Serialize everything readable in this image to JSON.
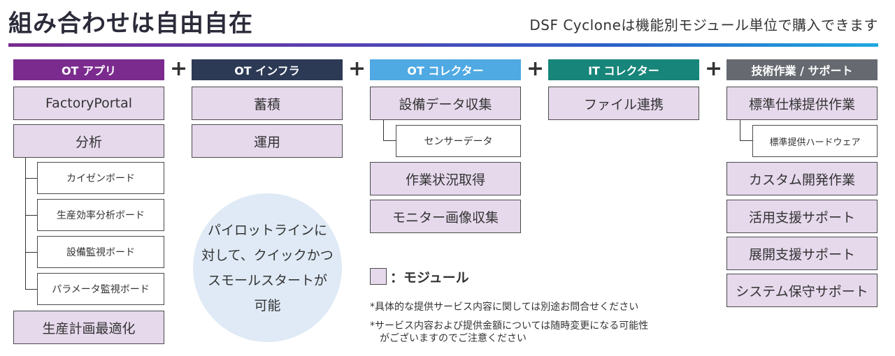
{
  "header": {
    "title": "組み合わせは自由自在",
    "subtitle": "DSF Cycloneは機能別モジュール単位で購入できます"
  },
  "colors": {
    "ot_app": "#7b2b8e",
    "ot_infra": "#2d3a56",
    "ot_collector": "#4fa9e3",
    "it_collector": "#17857a",
    "support": "#666a70",
    "module_fill": "#e6d9ec"
  },
  "plus_symbol": "+",
  "columns": [
    {
      "header": "OT アプリ",
      "items": [
        {
          "label": "FactoryPortal",
          "children": []
        },
        {
          "label": "分析",
          "children": [
            "カイゼンボード",
            "生産効率分析ボード",
            "設備監視ボード",
            "パラメータ監視ボード"
          ]
        },
        {
          "label": "生産計画最適化",
          "children": []
        }
      ]
    },
    {
      "header": "OT インフラ",
      "items": [
        {
          "label": "蓄積",
          "children": []
        },
        {
          "label": "運用",
          "children": []
        }
      ]
    },
    {
      "header": "OT コレクター",
      "items": [
        {
          "label": "設備データ収集",
          "children": [
            "センサーデータ"
          ]
        },
        {
          "label": "作業状況取得",
          "children": []
        },
        {
          "label": "モニター画像収集",
          "children": []
        }
      ]
    },
    {
      "header": "IT コレクター",
      "items": [
        {
          "label": "ファイル連携",
          "children": []
        }
      ]
    },
    {
      "header": "技術作業 / サポート",
      "items": [
        {
          "label": "標準仕様提供作業",
          "children": [
            "標準提供ハードウェア"
          ]
        },
        {
          "label": "カスタム開発作業",
          "children": []
        },
        {
          "label": "活用支援サポート",
          "children": []
        },
        {
          "label": "展開支援サポート",
          "children": []
        },
        {
          "label": "システム保守サポート",
          "children": []
        }
      ]
    }
  ],
  "bubble": {
    "text": "パイロットラインに\n対して、クイックかつ\nスモールスタートが\n可能"
  },
  "legend": {
    "label": "：モジュール"
  },
  "notes": [
    "*具体的な提供サービス内容に関しては別途お問合せください",
    "*サービス内容および提供金額については随時変更になる可能性",
    "　がございますのでご注意ください"
  ]
}
